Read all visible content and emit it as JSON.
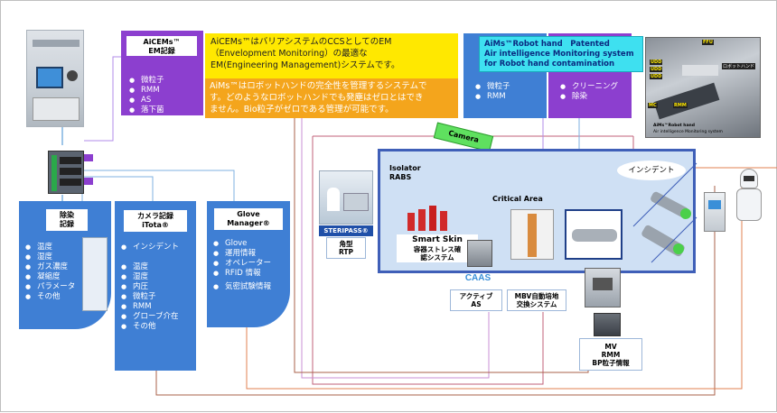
{
  "aicems_box": {
    "title_line1": "AiCEMs™",
    "title_line2": "EM記録",
    "items": [
      "微粒子",
      "RMM",
      "AS",
      "落下菌"
    ]
  },
  "callout_em": {
    "line1": "AiCEMs™はバリアシステムのCCSとしてのEM",
    "line2": "（Envelopment Monitoring）の最適な",
    "line3": "EM(Engineering Management)システムです。"
  },
  "callout_aims": {
    "line1": "AiMs™はロボットハンドの完全性を管理するシステムで",
    "line2": "す。どのようなロボットハンドでも発塵はゼロとはでき",
    "line3": "ません。Bio粒子がゼロである管理が可能です。"
  },
  "aims_header": {
    "line1": "AiMs™Robot hand　Patented",
    "line2": "Air intelligence Monitoring system",
    "line3": "for Robot hand contamination"
  },
  "aims_blue_items": [
    "微粒子",
    "RMM"
  ],
  "aims_purple_items": [
    "クリーニング",
    "除染"
  ],
  "robot_photo_labels": {
    "ffu": "FFU",
    "udd1": "UDD",
    "udd2": "UDD",
    "udd3": "UDD",
    "robot_hand": "ロボットハンド",
    "mc": "MC",
    "rmm": "RMM",
    "caption1": "AiMs™Robot hand",
    "caption2": "Air intelligence Monitoring system"
  },
  "decon_box": {
    "title_line1": "除染",
    "title_line2": "記録",
    "items": [
      "温度",
      "湿度",
      "ガス濃度",
      "凝縮度",
      "パラメータ",
      "その他"
    ]
  },
  "camera_box": {
    "title_line1": "カメラ記録",
    "title_line2": "iTota®",
    "items": [
      "インシデント",
      "",
      "温度",
      "湿度",
      "内圧",
      "微粒子",
      "RMM",
      "グローブ介在",
      "その他"
    ]
  },
  "glove_box": {
    "title_line1": "Glove",
    "title_line2": "Manager®",
    "items": [
      "Glove",
      "運用情報",
      "オペレーター",
      "RFID 情報",
      "",
      "気密試験情報"
    ]
  },
  "camera_tag": "Camera",
  "isolator": {
    "title_line1": "Isolator",
    "title_line2": "RABS",
    "critical_area": "Critical Area",
    "incident": "インシデント",
    "smart_skin_title": "Smart Skin",
    "smart_skin_line1": "容器ストレス確",
    "smart_skin_line2": "認システム"
  },
  "steripass": {
    "logo": "STERIPASS®",
    "line1": "角型",
    "line2": "RTP"
  },
  "active_as": {
    "logo": "CAAS",
    "line1": "アクティブ",
    "line2": "AS"
  },
  "mbv": {
    "line1": "MBV自動培地",
    "line2": "交換システム"
  },
  "mv_box": {
    "line1": "MV",
    "line2": "RMM",
    "line3": "BP粒子情報"
  },
  "colors": {
    "blue": "#3f7fd4",
    "purple": "#8c3fcf",
    "yellow": "#ffe800",
    "orange": "#f4a51c",
    "cyan_header": "#3ee0f0",
    "isolator_bg": "#cfe0f4",
    "green_tag": "#5fe05f"
  }
}
